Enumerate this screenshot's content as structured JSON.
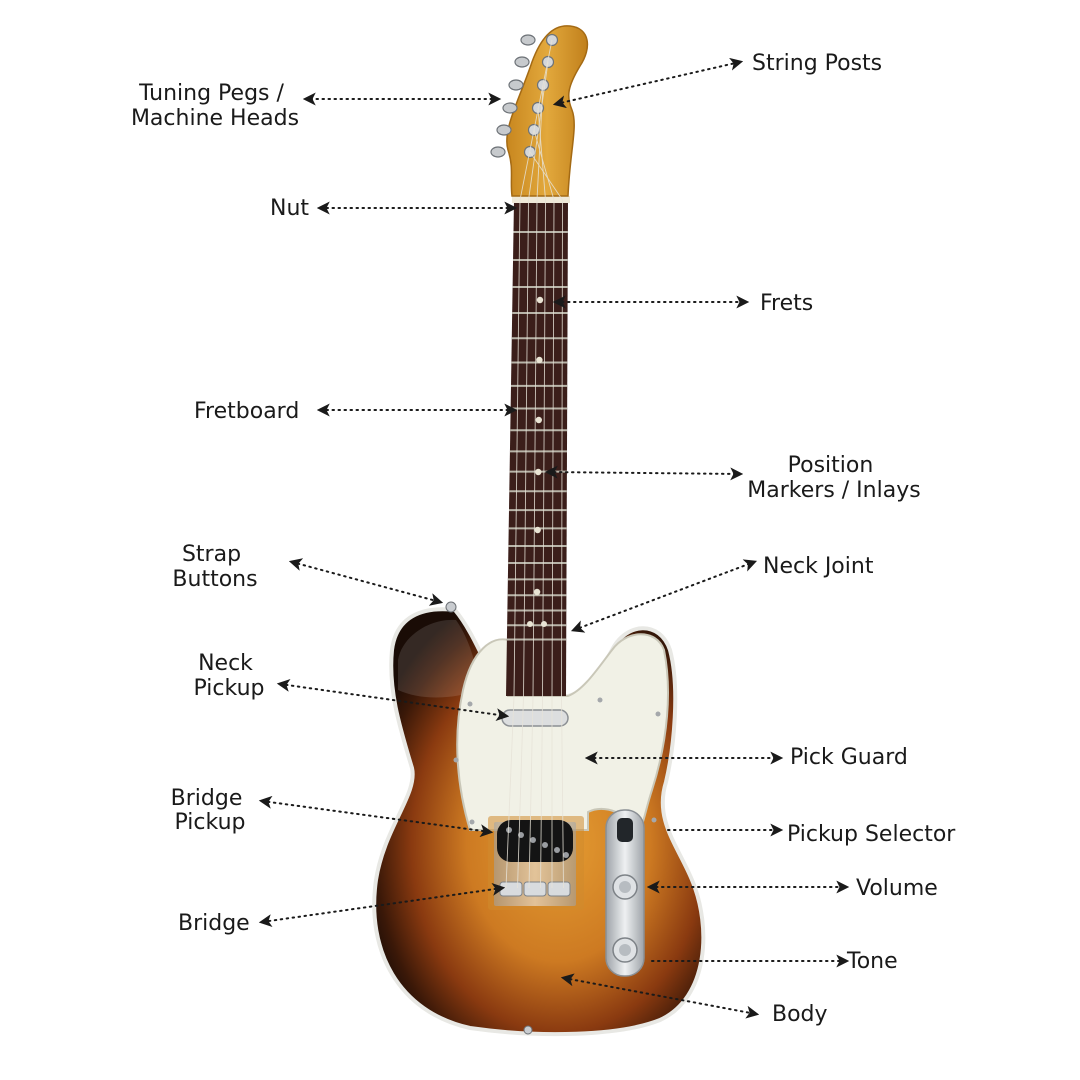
{
  "labels": {
    "tuning_pegs": [
      "Tuning Pegs /",
      "Machine Heads"
    ],
    "string_posts": "String Posts",
    "nut": "Nut",
    "frets": "Frets",
    "fretboard": "Fretboard",
    "position_markers": [
      "Position",
      "Markers / Inlays"
    ],
    "strap_buttons": [
      "Strap",
      "Buttons"
    ],
    "neck_joint": "Neck Joint",
    "neck_pickup": [
      "Neck",
      "Pickup"
    ],
    "pick_guard": "Pick Guard",
    "bridge_pickup": [
      "Bridge",
      "Pickup"
    ],
    "pickup_selector": "Pickup Selector",
    "volume": "Volume",
    "bridge": "Bridge",
    "tone": "Tone",
    "body": "Body"
  },
  "colors": {
    "headstock": "#d89a2a",
    "fretboard": "#3b1e1a",
    "sunburst_edge": "#1c0e08",
    "sunburst_mid": "#8a3a10",
    "sunburst_center": "#e0982e",
    "pickguard": "#f1f1e6",
    "chrome": "#c9ccd0",
    "text": "#1a1a1a"
  }
}
